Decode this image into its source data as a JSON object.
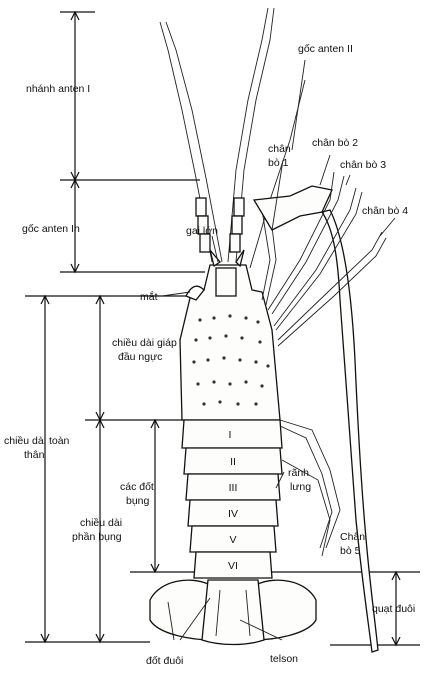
{
  "labels": {
    "nhanh_anten_1": "nhánh anten I",
    "goc_anten_2_top": "gốc anten II",
    "goc_anten_1": "gốc anten Ih",
    "chan_bo_1_line1": "chân",
    "chan_bo_1_line2": "bò 1",
    "chan_bo_2": "chân bò 2",
    "chan_bo_3": "chân bò 3",
    "chan_bo_4": "chân bò 4",
    "gai_lon": "gai lớn",
    "mat": "mắt",
    "chieu_dai_giap_line1": "chiều dài giáp",
    "chieu_dai_giap_line2": "đầu ngực",
    "chieu_dai_toan_than_line1": "chiều dài toàn",
    "chieu_dai_toan_than_line2": "thân",
    "cac_dot_bung_line1": "các đốt",
    "cac_dot_bung_line2": "bụng",
    "ranh_lung_line1": "rãnh",
    "ranh_lung_line2": "lưng",
    "chieu_dai_phan_bung_line1": "chiều dài",
    "chieu_dai_phan_bung_line2": "phần bụng",
    "chan_bo_5_line1": "Chân",
    "chan_bo_5_line2": "bò 5",
    "quat_duoi": "quạt đuôi",
    "dot_duoi": "đốt đuôi",
    "telson": "telson"
  },
  "segment_numerals": [
    "I",
    "II",
    "III",
    "IV",
    "V",
    "VI"
  ]
}
